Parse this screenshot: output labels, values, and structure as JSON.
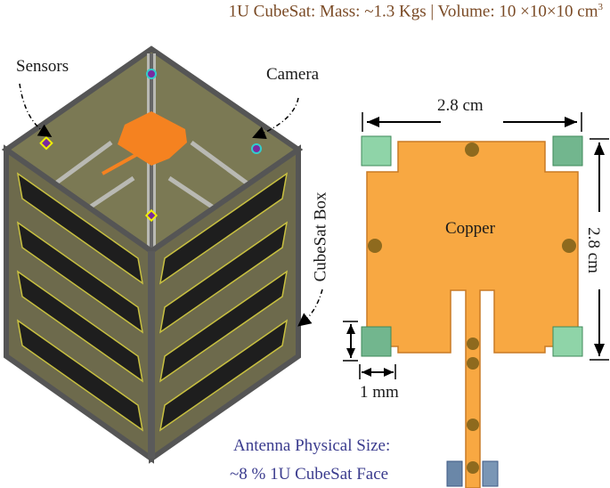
{
  "title": {
    "prefix": "1U CubeSat: Mass: ~1.3 Kgs  |  Volume: 10 ×10×10 cm",
    "superscript": "3"
  },
  "cubesat": {
    "labels": {
      "sensors": "Sensors",
      "camera": "Camera",
      "box": "CubeSat Box"
    }
  },
  "antenna": {
    "material_label": "Copper",
    "width_label": "2.8 cm",
    "height_label": "2.8 cm",
    "pad_size_label": "1 mm",
    "size_note_line1": "Antenna Physical Size:",
    "size_note_line2": "~8 % 1U CubeSat Face"
  },
  "colors": {
    "copper": "#f8a842",
    "pad_light": "#8fd4a8",
    "pad_dark": "#72b68e",
    "via": "#8e6a1e",
    "feed_pad": "#6a87a8",
    "title": "#7a4a25",
    "note": "#3b3c8e"
  }
}
